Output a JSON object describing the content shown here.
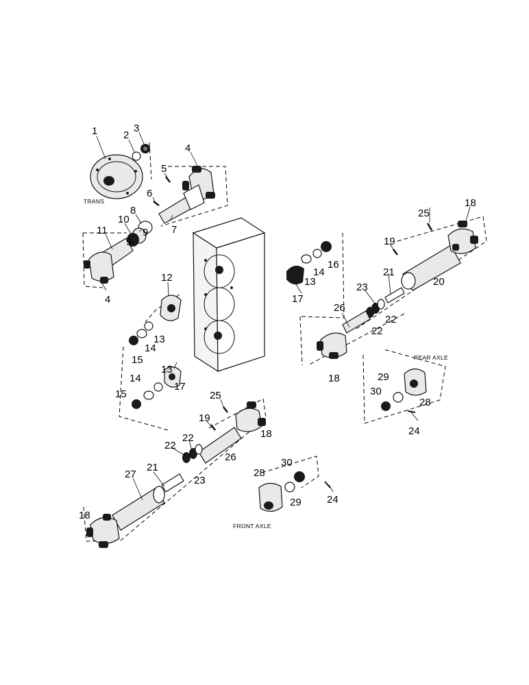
{
  "labels": {
    "trans": "TRANS",
    "rear_axle": "REAR AXLE",
    "front_axle": "FRONT AXLE"
  },
  "callouts": [
    {
      "id": "c1",
      "text": "1"
    },
    {
      "id": "c2",
      "text": "2"
    },
    {
      "id": "c3",
      "text": "3"
    },
    {
      "id": "c4a",
      "text": "4"
    },
    {
      "id": "c5",
      "text": "5"
    },
    {
      "id": "c6",
      "text": "6"
    },
    {
      "id": "c7",
      "text": "7"
    },
    {
      "id": "c8",
      "text": "8"
    },
    {
      "id": "c10",
      "text": "10"
    },
    {
      "id": "c9a",
      "text": "9"
    },
    {
      "id": "c9b",
      "text": "9"
    },
    {
      "id": "c11",
      "text": "11"
    },
    {
      "id": "c4b",
      "text": "4"
    },
    {
      "id": "c12",
      "text": "12"
    },
    {
      "id": "c13a",
      "text": "13"
    },
    {
      "id": "c14a",
      "text": "14"
    },
    {
      "id": "c15a",
      "text": "15"
    },
    {
      "id": "c13b",
      "text": "13"
    },
    {
      "id": "c14b",
      "text": "14"
    },
    {
      "id": "c17a",
      "text": "17"
    },
    {
      "id": "c15b",
      "text": "15"
    },
    {
      "id": "c16",
      "text": "16"
    },
    {
      "id": "c14c",
      "text": "14"
    },
    {
      "id": "c13c",
      "text": "13"
    },
    {
      "id": "c17b",
      "text": "17"
    },
    {
      "id": "c25a",
      "text": "25"
    },
    {
      "id": "c18a",
      "text": "18"
    },
    {
      "id": "c19a",
      "text": "19"
    },
    {
      "id": "c21a",
      "text": "21"
    },
    {
      "id": "c20",
      "text": "20"
    },
    {
      "id": "c23a",
      "text": "23"
    },
    {
      "id": "c22a",
      "text": "22"
    },
    {
      "id": "c26a",
      "text": "26"
    },
    {
      "id": "c22b",
      "text": "22"
    },
    {
      "id": "c18b",
      "text": "18"
    },
    {
      "id": "c29a",
      "text": "29"
    },
    {
      "id": "c30a",
      "text": "30"
    },
    {
      "id": "c28a",
      "text": "28"
    },
    {
      "id": "c24a",
      "text": "24"
    },
    {
      "id": "c25b",
      "text": "25"
    },
    {
      "id": "c19b",
      "text": "19"
    },
    {
      "id": "c18c",
      "text": "18"
    },
    {
      "id": "c22c",
      "text": "22"
    },
    {
      "id": "c22d",
      "text": "22"
    },
    {
      "id": "c26b",
      "text": "26"
    },
    {
      "id": "c27",
      "text": "27"
    },
    {
      "id": "c21b",
      "text": "21"
    },
    {
      "id": "c23b",
      "text": "23"
    },
    {
      "id": "c30b",
      "text": "30"
    },
    {
      "id": "c28b",
      "text": "28"
    },
    {
      "id": "c29b",
      "text": "29"
    },
    {
      "id": "c24b",
      "text": "24"
    },
    {
      "id": "c18d",
      "text": "18"
    }
  ]
}
